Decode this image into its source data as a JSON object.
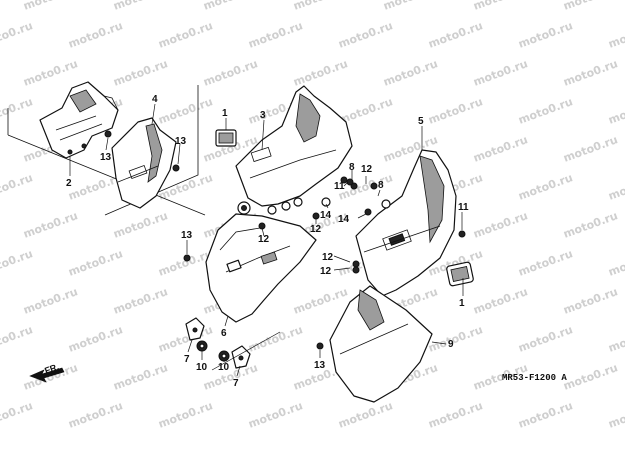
{
  "diagram": {
    "part_code": "MR53-F1200 A",
    "direction_label": "FR.",
    "watermark": "moto0.ru",
    "callouts": [
      {
        "id": "c1a",
        "label": "1"
      },
      {
        "id": "c1b",
        "label": "1"
      },
      {
        "id": "c2",
        "label": "2"
      },
      {
        "id": "c3",
        "label": "3"
      },
      {
        "id": "c4",
        "label": "4"
      },
      {
        "id": "c5",
        "label": "5"
      },
      {
        "id": "c6",
        "label": "6"
      },
      {
        "id": "c7a",
        "label": "7"
      },
      {
        "id": "c7b",
        "label": "7"
      },
      {
        "id": "c8",
        "label": "8"
      },
      {
        "id": "c8b",
        "label": "8"
      },
      {
        "id": "c9",
        "label": "9"
      },
      {
        "id": "c10a",
        "label": "10"
      },
      {
        "id": "c10b",
        "label": "10"
      },
      {
        "id": "c11a",
        "label": "11"
      },
      {
        "id": "c11b",
        "label": "11"
      },
      {
        "id": "c12a",
        "label": "12"
      },
      {
        "id": "c12b",
        "label": "12"
      },
      {
        "id": "c12c",
        "label": "12"
      },
      {
        "id": "c12d",
        "label": "12"
      },
      {
        "id": "c12e",
        "label": "12"
      },
      {
        "id": "c13a",
        "label": "13"
      },
      {
        "id": "c13b",
        "label": "13"
      },
      {
        "id": "c13c",
        "label": "13"
      },
      {
        "id": "c13d",
        "label": "13"
      },
      {
        "id": "c14a",
        "label": "14"
      },
      {
        "id": "c14b",
        "label": "14"
      }
    ]
  }
}
